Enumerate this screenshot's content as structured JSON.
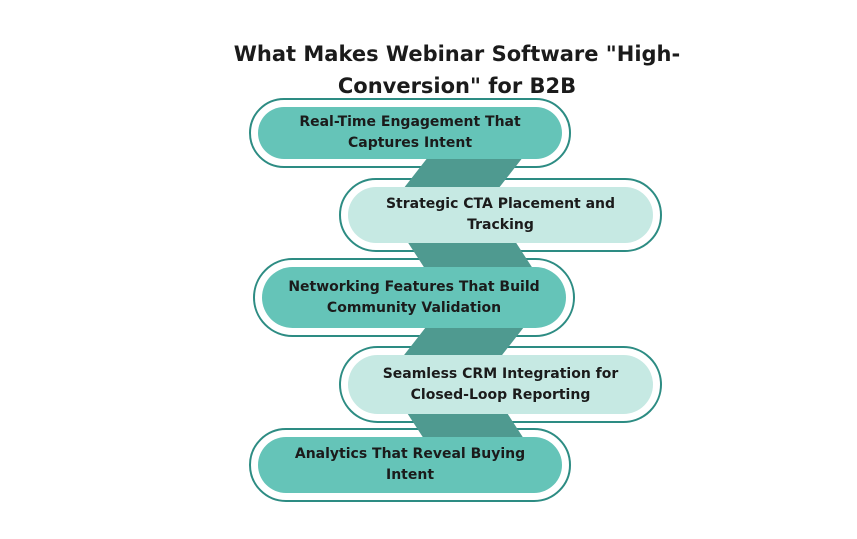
{
  "title": "What Makes Webinar Software \"High-Conversion\" for B2B",
  "title_lines": [
    "What Makes Webinar Software \"High-",
    "Conversion\" for B2B"
  ],
  "steps": [
    {
      "label": "Real-Time Engagement That Captures Intent",
      "lines": [
        "Real-Time Engagement That",
        "Captures Intent"
      ],
      "variant": "dark"
    },
    {
      "label": "Strategic CTA Placement and Tracking",
      "lines": [
        "Strategic CTA Placement and",
        "Tracking"
      ],
      "variant": "light"
    },
    {
      "label": "Networking Features That Build Community Validation",
      "lines": [
        "Networking Features That Build",
        "Community Validation"
      ],
      "variant": "dark"
    },
    {
      "label": "Seamless CRM Integration for Closed-Loop Reporting",
      "lines": [
        "Seamless CRM Integration for",
        "Closed-Loop Reporting"
      ],
      "variant": "light"
    },
    {
      "label": "Analytics That Reveal Buying Intent",
      "lines": [
        "Analytics That Reveal Buying",
        "Intent"
      ],
      "variant": "dark"
    }
  ],
  "colors": {
    "pill_dark": "#65c4b8",
    "pill_light": "#c6e9e3",
    "connector": "#4f9a90",
    "outline": "#2d8c83",
    "text": "#1b1b1b",
    "background": "#ffffff"
  }
}
